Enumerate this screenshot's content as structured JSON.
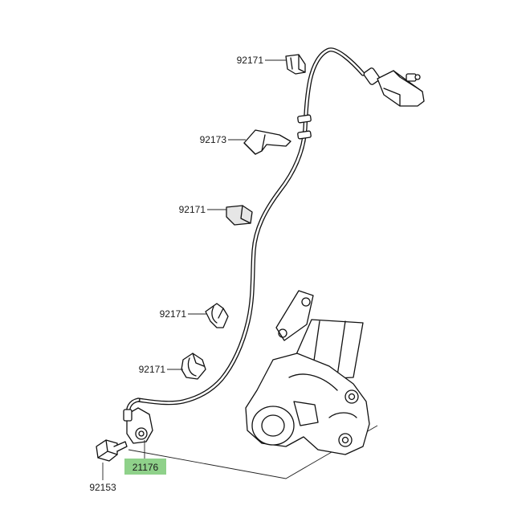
{
  "diagram": {
    "highlight_color": "#8fd18a",
    "parts": [
      {
        "id": "clip-top",
        "number": "92171"
      },
      {
        "id": "clamp",
        "number": "92173"
      },
      {
        "id": "clip-middle",
        "number": "92171"
      },
      {
        "id": "clip-lower",
        "number": "92171"
      },
      {
        "id": "clip-bottom",
        "number": "92171"
      },
      {
        "id": "bolt",
        "number": "92153"
      },
      {
        "id": "sensor",
        "number": "21176"
      }
    ]
  }
}
